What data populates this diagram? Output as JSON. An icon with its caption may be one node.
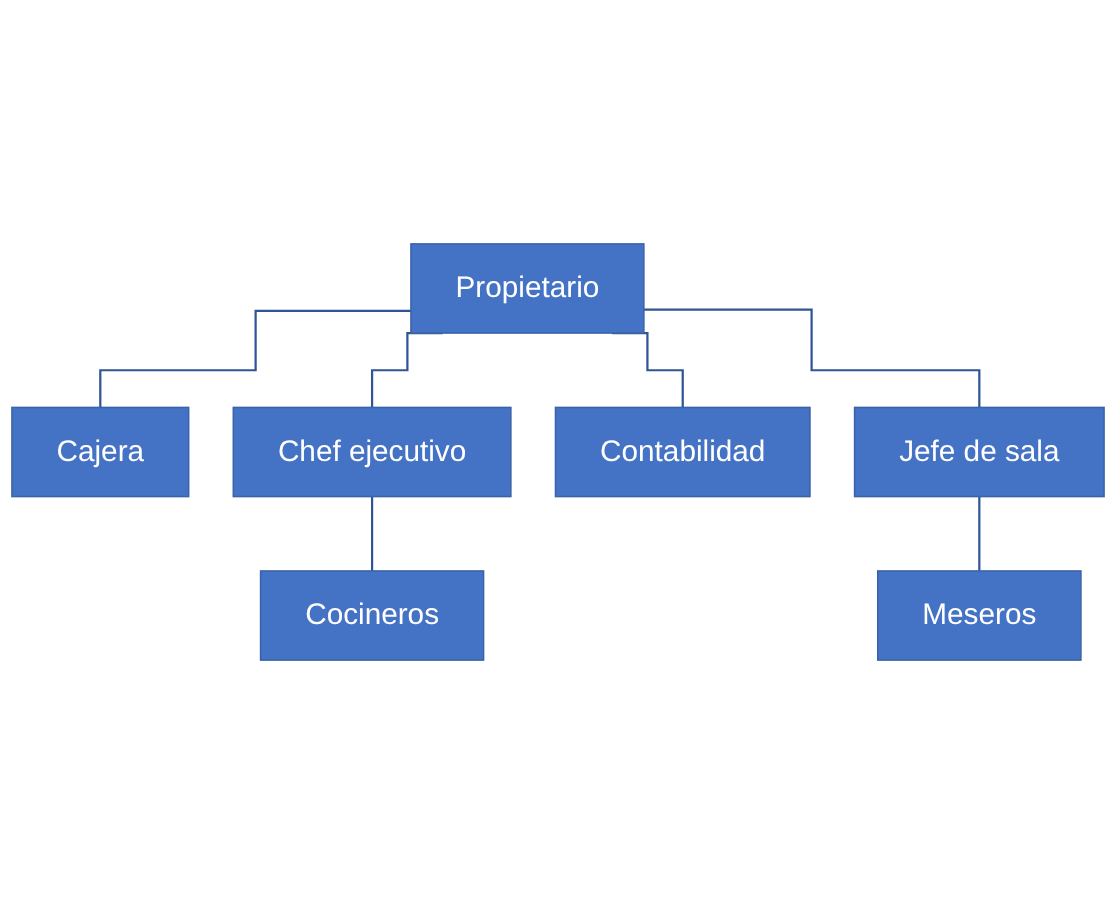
{
  "diagram": {
    "nodes": [
      {
        "text": [
          "Propietario"
        ]
      },
      {
        "text": [
          "Cajera"
        ]
      },
      {
        "text": [
          "Chef ejecutivo"
        ]
      },
      {
        "text": [
          "Contabilidad"
        ]
      },
      {
        "text": [
          "Jefe de sala"
        ]
      },
      {
        "text": [
          "Cocineros"
        ]
      },
      {
        "text": [
          "Meseros"
        ]
      }
    ],
    "edges": [
      {
        "from": 0,
        "to": 1,
        "arrow": "none"
      },
      {
        "from": 0,
        "to": 2,
        "arrow": "none"
      },
      {
        "from": 0,
        "to": 3,
        "arrow": "none"
      },
      {
        "from": 0,
        "to": 4,
        "arrow": "none"
      },
      {
        "from": 2,
        "to": 5,
        "arrow": "none"
      },
      {
        "from": 4,
        "to": 6,
        "arrow": "none"
      }
    ]
  }
}
